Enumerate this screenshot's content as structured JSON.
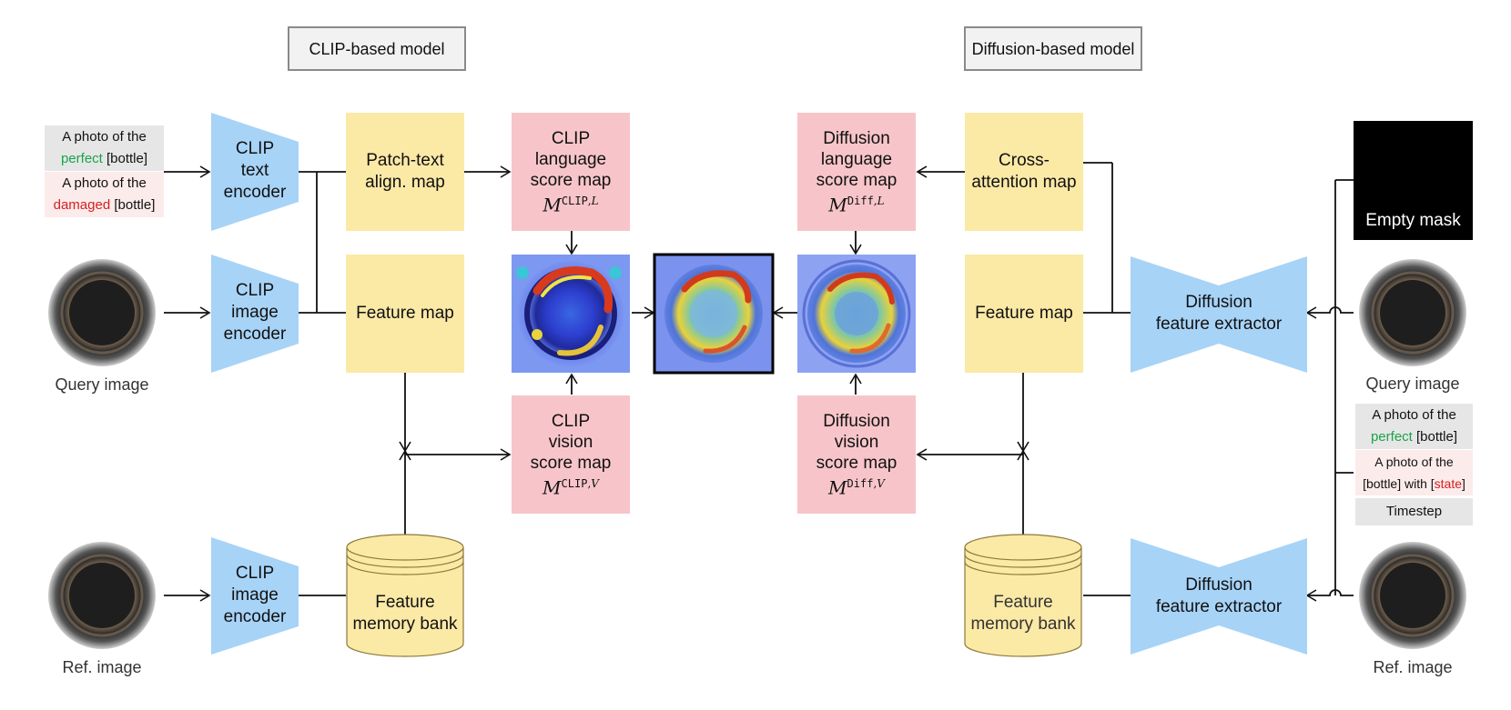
{
  "titles": {
    "clip_model": "CLIP-based model",
    "diffusion_model": "Diffusion-based model"
  },
  "clip": {
    "prompt_perfect": {
      "pre": "A photo of the",
      "word": "perfect",
      "post": "[bottle]"
    },
    "prompt_damaged": {
      "pre": "A photo of the",
      "word": "damaged",
      "post": "[bottle]"
    },
    "text_encoder": [
      "CLIP",
      "text",
      "encoder"
    ],
    "image_encoder_query": [
      "CLIP",
      "image",
      "encoder"
    ],
    "image_encoder_ref": [
      "CLIP",
      "image",
      "encoder"
    ],
    "patch_text_map": [
      "Patch-text",
      "align. map"
    ],
    "feature_map": "Feature map",
    "memory_bank": [
      "Feature",
      "memory bank"
    ],
    "language_score": {
      "lines": [
        "CLIP",
        "language",
        "score map"
      ],
      "math_base": "M",
      "math_sup_mono": "CLIP",
      "math_sup_it": "L"
    },
    "vision_score": {
      "lines": [
        "CLIP",
        "vision",
        "score map"
      ],
      "math_base": "M",
      "math_sup_mono": "CLIP",
      "math_sup_it": "V"
    },
    "query_caption": "Query image",
    "ref_caption": "Ref. image"
  },
  "diffusion": {
    "cross_attention": [
      "Cross-",
      "attention map"
    ],
    "feature_map": "Feature map",
    "memory_bank": [
      "Feature",
      "memory bank"
    ],
    "extractor_query": [
      "Diffusion",
      "feature extractor"
    ],
    "extractor_ref": [
      "Diffusion",
      "feature extractor"
    ],
    "language_score": {
      "lines": [
        "Diffusion",
        "language",
        "score map"
      ],
      "math_base": "M",
      "math_sup_mono": "Diff",
      "math_sup_it": "L"
    },
    "vision_score": {
      "lines": [
        "Diffusion",
        "vision",
        "score map"
      ],
      "math_base": "M",
      "math_sup_mono": "Diff",
      "math_sup_it": "V"
    },
    "empty_mask": "Empty mask",
    "query_caption": "Query image",
    "ref_caption": "Ref. image",
    "prompt_perfect": {
      "pre": "A photo of the",
      "word": "perfect",
      "post": "[bottle]"
    },
    "prompt_state": {
      "pre": "A photo of the",
      "line2_pre": "[bottle] with [",
      "word": "state",
      "line2_post": "]"
    },
    "timestep": "Timestep"
  },
  "colors": {
    "encoder_blue": "#a7d3f7",
    "yellow": "#fbe9a6",
    "pink": "#f7c5c9",
    "green_word": "#1aa34a",
    "red_word": "#d42020"
  }
}
